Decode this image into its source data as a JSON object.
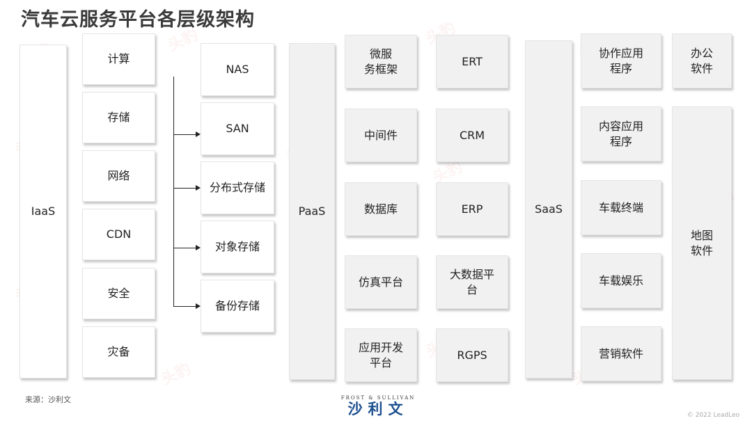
{
  "title": "汽车云服务平台各层级架构",
  "iaas": {
    "label": "IaaS",
    "items": [
      "计算",
      "存储",
      "网络",
      "CDN",
      "安全",
      "灾备"
    ]
  },
  "storage": {
    "items": [
      "NAS",
      "SAN",
      "分布式存储",
      "对象存储",
      "备份存储"
    ]
  },
  "paas": {
    "label": "PaaS",
    "col1": [
      "微服\n务框架",
      "中间件",
      "数据库",
      "仿真平台",
      "应用开发\n平台"
    ],
    "col2": [
      "ERT",
      "CRM",
      "ERP",
      "大数据平\n台",
      "RGPS"
    ]
  },
  "saas": {
    "label": "SaaS",
    "col1": [
      "协作应用\n程序",
      "内容应用\n程序",
      "车载终端",
      "车载娱乐",
      "营销软件"
    ],
    "office": "办公\n软件",
    "map": "地图\n软件"
  },
  "footer": {
    "source": "来源：沙利文",
    "logo_top": "FROST & SULLIVAN",
    "logo_cn": "沙利文",
    "copyright": "© 2022 LeadLeo"
  },
  "watermark": "头豹"
}
